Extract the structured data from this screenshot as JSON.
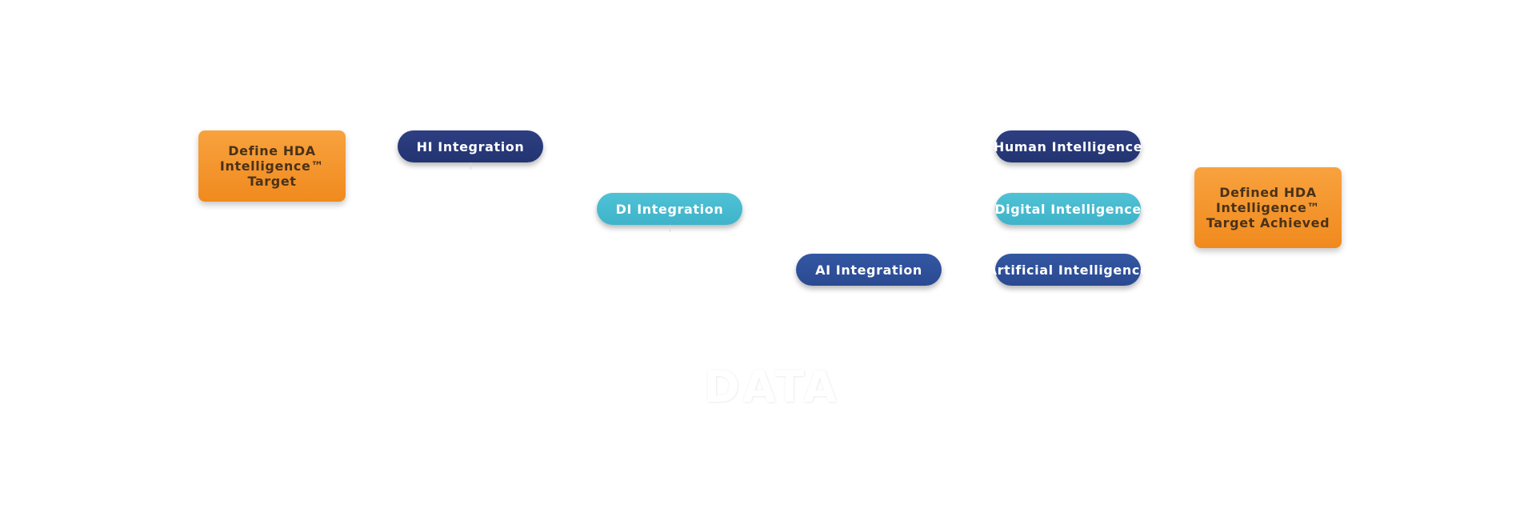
{
  "steps": {
    "define_target": "Define HDA Intelligence™ Target",
    "hi_integration": "HI Integration",
    "di_integration": "DI Integration",
    "ai_integration": "AI Integration",
    "human_intelligence": "Human Intelligence",
    "digital_intelligence": "Digital Intelligence",
    "artificial_intelligence": "Artificial Intelligence",
    "target_achieved": "Defined HDA Intelligence™ Target Achieved"
  },
  "watermark": "DATA",
  "colors": {
    "orange": "#f39428",
    "navy": "#27377a",
    "blue": "#2e4f97",
    "teal": "#46b9ce"
  }
}
